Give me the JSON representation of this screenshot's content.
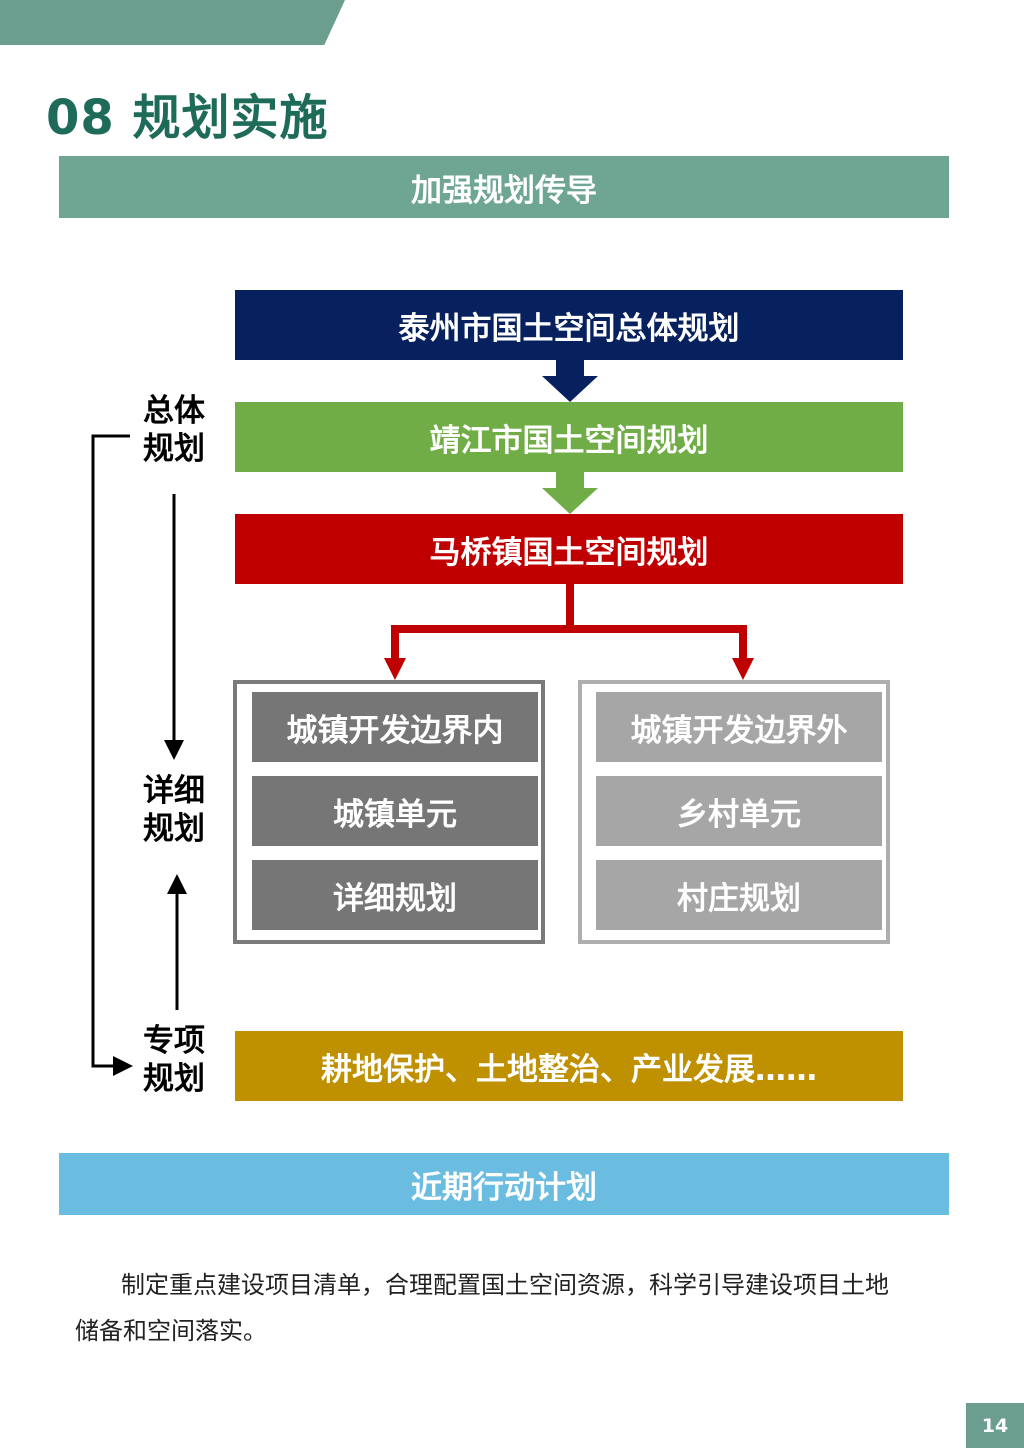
{
  "page": {
    "title": "08 规划实施",
    "page_number": "14"
  },
  "section_bar_1": "加强规划传导",
  "section_bar_2": "近期行动计划",
  "plan_levels": {
    "taizhou": "泰州市国土空间总体规划",
    "jingjiang": "靖江市国土空间规划",
    "maqiao": "马桥镇国土空间规划"
  },
  "side_labels": {
    "overall": [
      "总体",
      "规划"
    ],
    "detailed": [
      "详细",
      "规划"
    ],
    "special": [
      "专项",
      "规划"
    ]
  },
  "inside_boundary": [
    "城镇开发边界内",
    "城镇单元",
    "详细规划"
  ],
  "outside_boundary": [
    "城镇开发边界外",
    "乡村单元",
    "村庄规划"
  ],
  "special_plans": "耕地保护、土地整治、产业发展……",
  "body_text": "制定重点建设项目清单，合理配置国土空间资源，科学引导建设项目土地储备和空间落实。",
  "colors": {
    "theme_green": "#6b9e8e",
    "navy": "#07215e",
    "green": "#70ad47",
    "red": "#c00000",
    "gold": "#bf9000",
    "light_blue": "#6abde0",
    "dark_gray": "#767676",
    "light_gray": "#a6a6a6"
  }
}
